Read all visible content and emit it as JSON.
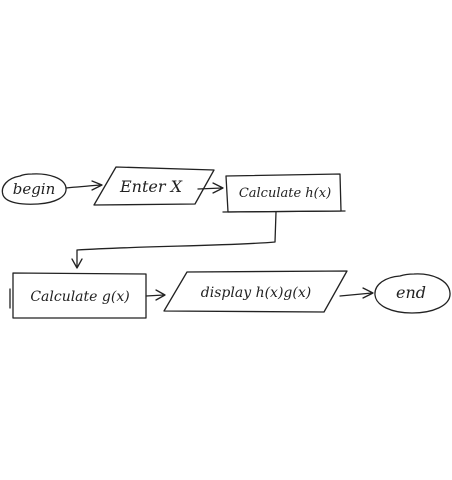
{
  "flowchart": {
    "nodes": {
      "begin": {
        "label": "begin",
        "shape": "terminal"
      },
      "enter_x": {
        "label": "Enter X",
        "shape": "input-output"
      },
      "calc_h": {
        "label": "Calculate h(x)",
        "shape": "process"
      },
      "calc_g": {
        "label": "Calculate g(x)",
        "shape": "process"
      },
      "display": {
        "label": "display h(x)g(x)",
        "shape": "input-output"
      },
      "end": {
        "label": "end",
        "shape": "terminal"
      }
    },
    "edges": [
      {
        "from": "begin",
        "to": "enter_x"
      },
      {
        "from": "enter_x",
        "to": "calc_h"
      },
      {
        "from": "calc_h",
        "to": "calc_g"
      },
      {
        "from": "calc_g",
        "to": "display"
      },
      {
        "from": "display",
        "to": "end"
      }
    ],
    "colors": {
      "ink": "#222222",
      "background": "#ffffff"
    }
  }
}
